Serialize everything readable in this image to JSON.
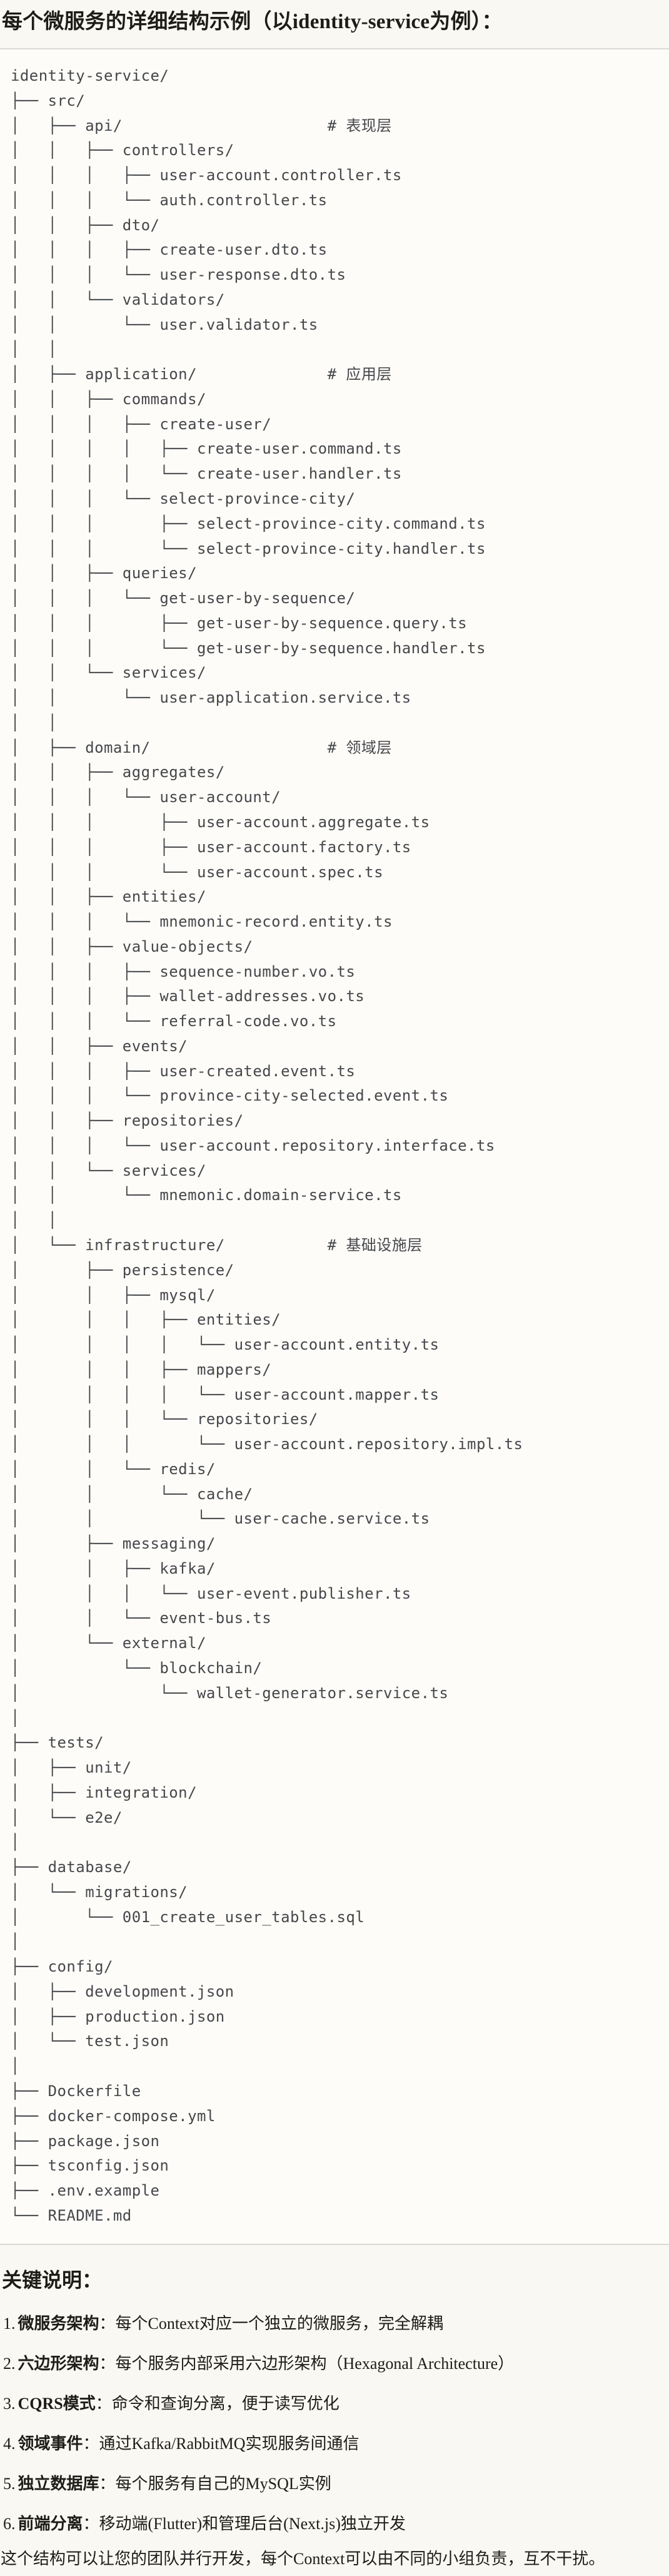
{
  "page_title": "每个微服务的详细结构示例（以identity-service为例）：",
  "file_tree": {
    "text": "identity-service/\n├── src/\n│   ├── api/                      # 表现层\n│   │   ├── controllers/\n│   │   │   ├── user-account.controller.ts\n│   │   │   └── auth.controller.ts\n│   │   ├── dto/\n│   │   │   ├── create-user.dto.ts\n│   │   │   └── user-response.dto.ts\n│   │   └── validators/\n│   │       └── user.validator.ts\n│   │\n│   ├── application/              # 应用层\n│   │   ├── commands/\n│   │   │   ├── create-user/\n│   │   │   │   ├── create-user.command.ts\n│   │   │   │   └── create-user.handler.ts\n│   │   │   └── select-province-city/\n│   │   │       ├── select-province-city.command.ts\n│   │   │       └── select-province-city.handler.ts\n│   │   ├── queries/\n│   │   │   └── get-user-by-sequence/\n│   │   │       ├── get-user-by-sequence.query.ts\n│   │   │       └── get-user-by-sequence.handler.ts\n│   │   └── services/\n│   │       └── user-application.service.ts\n│   │\n│   ├── domain/                   # 领域层\n│   │   ├── aggregates/\n│   │   │   └── user-account/\n│   │   │       ├── user-account.aggregate.ts\n│   │   │       ├── user-account.factory.ts\n│   │   │       └── user-account.spec.ts\n│   │   ├── entities/\n│   │   │   └── mnemonic-record.entity.ts\n│   │   ├── value-objects/\n│   │   │   ├── sequence-number.vo.ts\n│   │   │   ├── wallet-addresses.vo.ts\n│   │   │   └── referral-code.vo.ts\n│   │   ├── events/\n│   │   │   ├── user-created.event.ts\n│   │   │   └── province-city-selected.event.ts\n│   │   ├── repositories/\n│   │   │   └── user-account.repository.interface.ts\n│   │   └── services/\n│   │       └── mnemonic.domain-service.ts\n│   │\n│   └── infrastructure/           # 基础设施层\n│       ├── persistence/\n│       │   ├── mysql/\n│       │   │   ├── entities/\n│       │   │   │   └── user-account.entity.ts\n│       │   │   ├── mappers/\n│       │   │   │   └── user-account.mapper.ts\n│       │   │   └── repositories/\n│       │   │       └── user-account.repository.impl.ts\n│       │   └── redis/\n│       │       └── cache/\n│       │           └── user-cache.service.ts\n│       ├── messaging/\n│       │   ├── kafka/\n│       │   │   └── user-event.publisher.ts\n│       │   └── event-bus.ts\n│       └── external/\n│           └── blockchain/\n│               └── wallet-generator.service.ts\n│\n├── tests/\n│   ├── unit/\n│   ├── integration/\n│   └── e2e/\n│\n├── database/\n│   └── migrations/\n│       └── 001_create_user_tables.sql\n│\n├── config/\n│   ├── development.json\n│   ├── production.json\n│   └── test.json\n│\n├── Dockerfile\n├── docker-compose.yml\n├── package.json\n├── tsconfig.json\n├── .env.example\n└── README.md"
  },
  "notes": {
    "heading": "关键说明：",
    "colon": "：",
    "items": [
      {
        "num": "1.",
        "term": "微服务架构",
        "desc": "每个Context对应一个独立的微服务，完全解耦"
      },
      {
        "num": "2.",
        "term": "六边形架构",
        "desc": "每个服务内部采用六边形架构（Hexagonal Architecture）"
      },
      {
        "num": "3.",
        "term": "CQRS模式",
        "desc": "命令和查询分离，便于读写优化"
      },
      {
        "num": "4.",
        "term": "领域事件",
        "desc": "通过Kafka/RabbitMQ实现服务间通信"
      },
      {
        "num": "5.",
        "term": "独立数据库",
        "desc": "每个服务有自己的MySQL实例"
      },
      {
        "num": "6.",
        "term": "前端分离",
        "desc": "移动端(Flutter)和管理后台(Next.js)独立开发"
      }
    ]
  },
  "footer": "这个结构可以让您的团队并行开发，每个Context可以由不同的小组负责，互不干扰。",
  "colors": {
    "page_bg": "#f9f8f2",
    "code_bg": "#fdfcf8",
    "code_border": "#dbdad6",
    "body_text": "#1d1c19",
    "tree_text": "#46474b"
  }
}
